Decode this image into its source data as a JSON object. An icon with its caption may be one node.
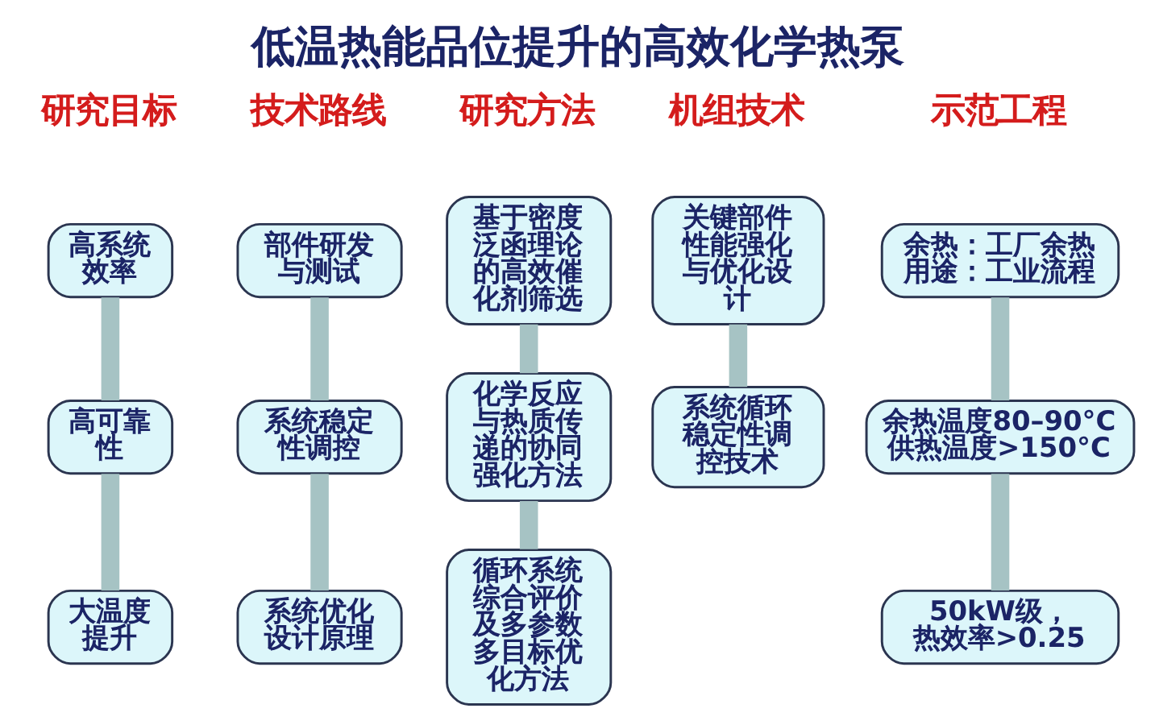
{
  "diagram": {
    "title": "低温热能品位提升的高效化学热泵",
    "nodes": [
      {
        "text": [
          "高系统效率"
        ]
      },
      {
        "text": [
          "高可靠性"
        ]
      },
      {
        "text": [
          "大温度提升"
        ]
      },
      {
        "text": [
          "部件研发与测试"
        ]
      },
      {
        "text": [
          "系统稳定性调控"
        ]
      },
      {
        "text": [
          "系统优化设计原理"
        ]
      },
      {
        "text": [
          "基于密度泛函理论的高效催化剂筛选"
        ]
      },
      {
        "text": [
          "化学反应与热质传递的协同强化方法"
        ]
      },
      {
        "text": [
          "循环系统综合评价及多参数多目标优化方法"
        ]
      },
      {
        "text": [
          "关键部件性能强化与优化设计"
        ]
      },
      {
        "text": [
          "系统循环稳定性调控技术"
        ]
      },
      {
        "text": [
          "余热：工厂余热",
          "用途：工业流程"
        ]
      },
      {
        "text": [
          "余热温度80–90°C",
          "供热温度>150°C"
        ]
      },
      {
        "text": [
          "50kW级，热效率>0.25"
        ]
      }
    ],
    "edges": [
      {
        "from": 0,
        "to": 1,
        "arrow": "none"
      },
      {
        "from": 1,
        "to": 2,
        "arrow": "none"
      },
      {
        "from": 3,
        "to": 4,
        "arrow": "none"
      },
      {
        "from": 4,
        "to": 5,
        "arrow": "none"
      },
      {
        "from": 6,
        "to": 7,
        "arrow": "none"
      },
      {
        "from": 7,
        "to": 8,
        "arrow": "none"
      },
      {
        "from": 9,
        "to": 10,
        "arrow": "none"
      },
      {
        "from": 11,
        "to": 12,
        "arrow": "none"
      },
      {
        "from": 12,
        "to": 13,
        "arrow": "none"
      }
    ],
    "labels": [
      "研究目标",
      "技术路线",
      "研究方法",
      "机组技术",
      "示范工程"
    ]
  }
}
